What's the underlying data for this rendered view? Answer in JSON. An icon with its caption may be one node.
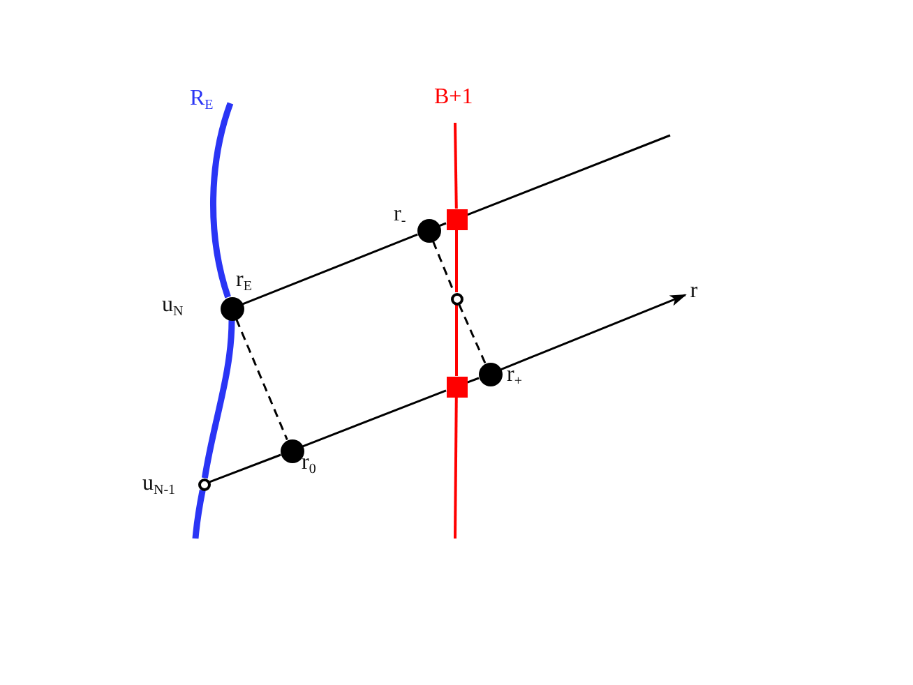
{
  "diagram": {
    "nodes": [
      {
        "text": [],
        "shape": "circle",
        "beside": [
          "u$_{N}$",
          "r$_{E}$"
        ]
      },
      {
        "text": [],
        "shape": "circle",
        "beside": [
          "r$_{-}$"
        ]
      },
      {
        "text": [],
        "shape": "box"
      },
      {
        "text": [],
        "shape": "circle"
      },
      {
        "text": [],
        "shape": "circle",
        "beside": [
          "r$_{+}$"
        ]
      },
      {
        "text": [],
        "shape": "box"
      },
      {
        "text": [],
        "shape": "circle",
        "beside": [
          "r$_{0}$"
        ]
      },
      {
        "text": [],
        "shape": "circle",
        "beside": [
          "u$_{N-1}$"
        ]
      },
      {
        "text": [
          "r"
        ]
      }
    ],
    "edges": [
      {
        "from": 0,
        "to": 1,
        "arrow": "none"
      },
      {
        "from": 1,
        "to": 2,
        "arrow": "none"
      },
      {
        "from": 2,
        "to": null,
        "arrow": "none"
      },
      {
        "from": 0,
        "to": 6,
        "arrow": "none",
        "style": "dashed"
      },
      {
        "from": 1,
        "to": 3,
        "arrow": "none",
        "style": "dashed"
      },
      {
        "from": 3,
        "to": 4,
        "arrow": "none",
        "style": "dashed"
      },
      {
        "from": 7,
        "to": 6,
        "arrow": "none"
      },
      {
        "from": 6,
        "to": 5,
        "arrow": "none"
      },
      {
        "from": 5,
        "to": 4,
        "arrow": "none"
      },
      {
        "from": 4,
        "to": 8,
        "arrow": "to"
      },
      {
        "from": null,
        "to": 2,
        "arrow": "none",
        "color": "#ff0000"
      },
      {
        "from": 2,
        "to": 3,
        "arrow": "none",
        "color": "#ff0000"
      },
      {
        "from": 3,
        "to": 5,
        "arrow": "none",
        "color": "#ff0000"
      },
      {
        "from": 5,
        "to": null,
        "arrow": "none",
        "color": "#ff0000"
      },
      {
        "from": null,
        "to": 0,
        "arrow": "none",
        "style": "thick",
        "color": "#2a35f5"
      },
      {
        "from": 0,
        "to": 7,
        "arrow": "none",
        "style": "thick",
        "color": "#2a35f5"
      },
      {
        "from": 7,
        "to": null,
        "arrow": "none",
        "style": "thick",
        "color": "#2a35f5"
      }
    ],
    "labels": [
      "R$_{E}$",
      "B+1"
    ]
  }
}
